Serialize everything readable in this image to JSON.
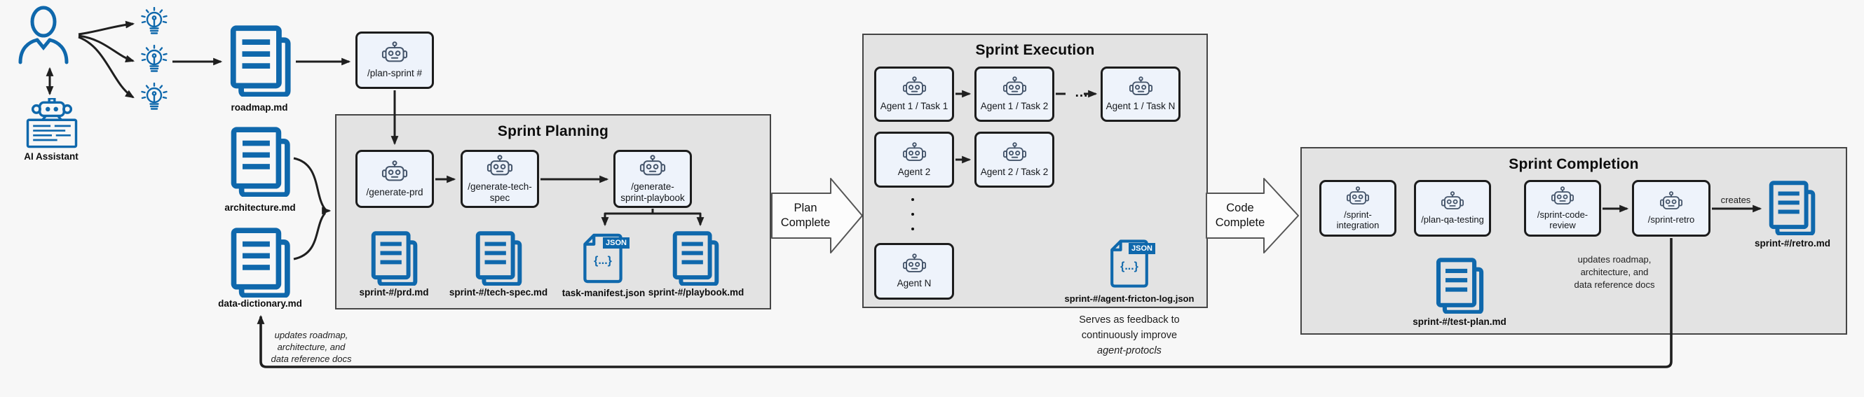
{
  "palette": {
    "doc_blue": "#0f68ac",
    "panel_gray": "#e3e3e3",
    "agent_box_fill": "#eef3fb",
    "line_dark": "#1f1f1f",
    "robot_stroke": "#44546a",
    "background": "#f7f7f7"
  },
  "left": {
    "ai_assistant": "AI Assistant"
  },
  "files": {
    "roadmap": "roadmap.md",
    "architecture": "architecture.md",
    "data_dictionary": "data-dictionary.md",
    "prd": "sprint-#/prd.md",
    "tech_spec": "sprint-#/tech-spec.md",
    "task_manifest": "task-manifest.json",
    "playbook": "sprint-#/playbook.md",
    "friction_log": "sprint-#/agent-fricton-log.json",
    "test_plan": "sprint-#/test-plan.md",
    "retro": "sprint-#/retro.md"
  },
  "agents": {
    "plan_sprint": "/plan-sprint #",
    "generate_prd": "/generate-prd",
    "generate_tech_spec": "/generate-tech-spec",
    "generate_sprint_playbook": "/generate-sprint-playbook",
    "sprint_integration": "/sprint-integration",
    "plan_qa_testing": "/plan-qa-testing",
    "sprint_code_review": "/sprint-code-review",
    "sprint_retro": "/sprint-retro",
    "execution": [
      "Agent 1 / Task 1",
      "Agent 1 / Task 2",
      "Agent 1 / Task N",
      "Agent 2",
      "Agent 2 / Task 2",
      "Agent N"
    ]
  },
  "sections": {
    "planning": "Sprint Planning",
    "execution": "Sprint Execution",
    "completion": "Sprint Completion"
  },
  "transitions": {
    "plan_complete": [
      "Plan",
      "Complete"
    ],
    "code_complete": [
      "Code",
      "Complete"
    ]
  },
  "annotations": {
    "creates": "creates",
    "ellipsis": "...",
    "updates_docs_left": [
      "updates roadmap,",
      "architecture, and",
      "data reference docs"
    ],
    "updates_docs_right": [
      "updates roadmap,",
      "architecture, and",
      "data reference docs"
    ],
    "friction_feedback": [
      "Serves as feedback to",
      "continuously improve",
      "agent-protocls"
    ]
  },
  "json_icon": {
    "badge": "JSON",
    "braces": "{...}"
  }
}
